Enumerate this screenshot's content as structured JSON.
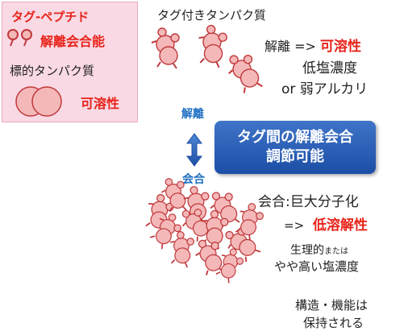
{
  "legend": {
    "title": "タグ-ペプチド",
    "assoc_label": "解離会合能",
    "target_label": "標的タンパク質",
    "soluble_label": "可溶性"
  },
  "top": {
    "title": "タグ付きタンパク質",
    "dissoc_prefix": "解離 =>",
    "dissoc_result": "可溶性",
    "condition_line1": "低塩濃度",
    "condition_line2": "or 弱アルカリ"
  },
  "middle": {
    "dissoc_label": "解離",
    "assoc_label": "会合",
    "banner_line1": "タグ間の解離会合",
    "banner_line2": "調節可能"
  },
  "bottom": {
    "assoc_line": "会合:巨大分子化",
    "arrow_prefix": "=>",
    "low_solubility": "低溶解性",
    "physio_main": "生理的",
    "physio_small": "または",
    "physio_line2": "やや高い塩濃度",
    "note_line1": "構造・機能は",
    "note_line2": "保持される"
  },
  "colors": {
    "protein_fill": "#f4b8b8",
    "protein_stroke": "#c0393c",
    "accent_red": "#e8231a",
    "accent_blue": "#1e6fc0"
  }
}
